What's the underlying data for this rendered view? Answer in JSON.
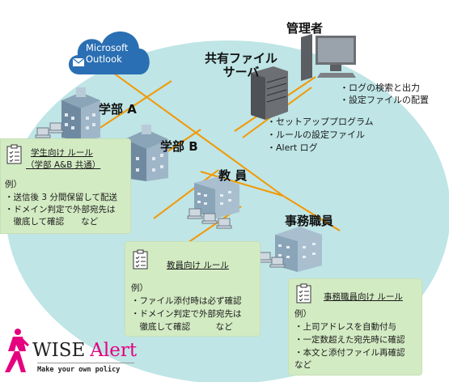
{
  "cloud": {
    "line1": "Microsoft",
    "line2": "Outlook"
  },
  "nodes": {
    "dept_a": "学部 A",
    "dept_b": "学部 B",
    "faculty": "教 員",
    "office": "事務職員",
    "server_line1": "共有ファイル",
    "server_line2": "サーバ",
    "admin": "管理者"
  },
  "admin_notes": [
    "・ログの検索と出力",
    "・設定ファイルの配置"
  ],
  "server_notes": [
    "・セットアッププログラム",
    "・ルールの設定ファイル",
    "・Alert ログ"
  ],
  "student_rules": {
    "title1": "学生向け ルール",
    "title2": "（学部 A&B 共通）",
    "example": "例）",
    "lines": [
      "・送信後 3 分間保留して配送",
      "・ドメイン判定で外部宛先は",
      "　徹底して確認　　など"
    ]
  },
  "faculty_rules": {
    "title": "教員向け ルール",
    "example": "例）",
    "lines": [
      "・ファイル添付時は必ず確認",
      "・ドメイン判定で外部宛先は",
      "　徹底して確認　　　など"
    ]
  },
  "staff_rules": {
    "title": "事務職員向け ルール",
    "example": "例）",
    "lines": [
      "・上司アドレスを自動付与",
      "・一定数超えた宛先時に確認",
      "・本文と添付ファイル再確認",
      "など"
    ]
  },
  "logo": {
    "brand1": "WISE",
    "brand2": "Alert",
    "tagline": "Make your own policy"
  },
  "colors": {
    "ellipse": "#bfe5e6",
    "line": "#f39800",
    "box": "#d3ebc3",
    "cloud": "#2a6fb3",
    "logo_red": "#e4007f"
  }
}
